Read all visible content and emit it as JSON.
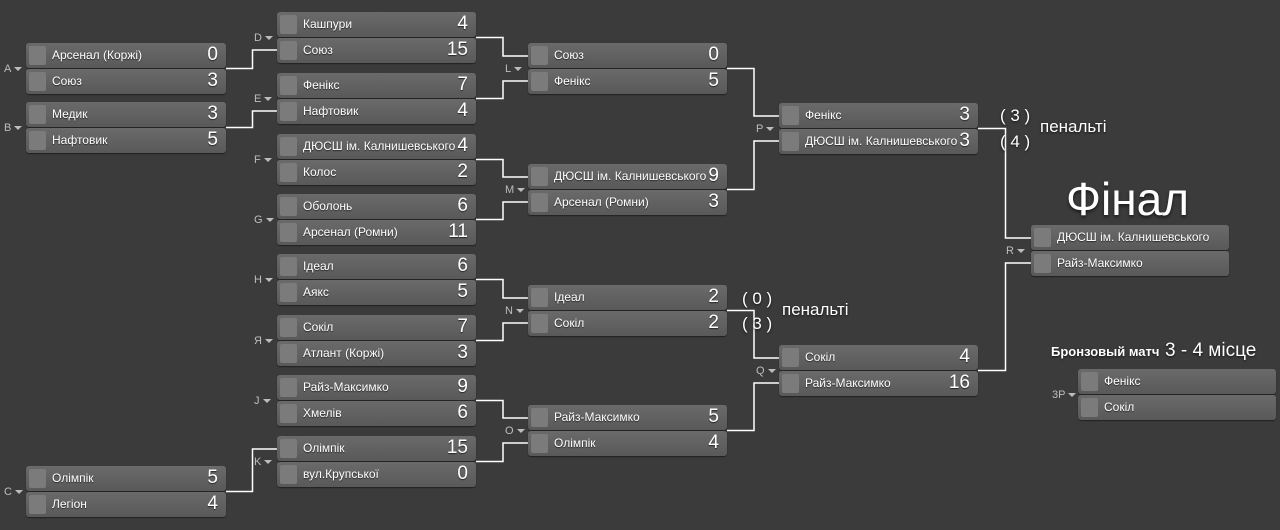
{
  "colors": {
    "background": "#3b3b3b",
    "slot": "#636363",
    "seed": "#7b7b7b",
    "line": "#ffffff",
    "text": "#ffffff",
    "label": "#bdbdbd"
  },
  "matches": [
    {
      "id": "A",
      "label": "A",
      "teams": [
        {
          "name": "Арсенал (Коржі)",
          "score": "0"
        },
        {
          "name": "Союз",
          "score": "3"
        }
      ]
    },
    {
      "id": "B",
      "label": "B",
      "teams": [
        {
          "name": "Медик",
          "score": "3"
        },
        {
          "name": "Нафтовик",
          "score": "5"
        }
      ]
    },
    {
      "id": "C",
      "label": "C",
      "teams": [
        {
          "name": "Олімпік",
          "score": "5"
        },
        {
          "name": "Легіон",
          "score": "4"
        }
      ]
    },
    {
      "id": "D",
      "label": "D",
      "teams": [
        {
          "name": "Кашпури",
          "score": "4"
        },
        {
          "name": "Союз",
          "score": "15"
        }
      ]
    },
    {
      "id": "E",
      "label": "E",
      "teams": [
        {
          "name": "Фенікс",
          "score": "7"
        },
        {
          "name": "Нафтовик",
          "score": "4"
        }
      ]
    },
    {
      "id": "F",
      "label": "F",
      "teams": [
        {
          "name": "ДЮСШ ім. Калнишевського",
          "score": "4"
        },
        {
          "name": "Колос",
          "score": "2"
        }
      ]
    },
    {
      "id": "G",
      "label": "G",
      "teams": [
        {
          "name": "Оболонь",
          "score": "6"
        },
        {
          "name": "Арсенал (Ромни)",
          "score": "11"
        }
      ]
    },
    {
      "id": "H",
      "label": "H",
      "teams": [
        {
          "name": "Ідеал",
          "score": "6"
        },
        {
          "name": "Аякс",
          "score": "5"
        }
      ]
    },
    {
      "id": "YA",
      "label": "Я",
      "teams": [
        {
          "name": "Сокіл",
          "score": "7"
        },
        {
          "name": "Атлант (Коржі)",
          "score": "3"
        }
      ]
    },
    {
      "id": "J",
      "label": "J",
      "teams": [
        {
          "name": "Райз-Максимко",
          "score": "9"
        },
        {
          "name": "Хмелів",
          "score": "6"
        }
      ]
    },
    {
      "id": "K",
      "label": "K",
      "teams": [
        {
          "name": "Олімпік",
          "score": "15"
        },
        {
          "name": "вул.Крупської",
          "score": "0"
        }
      ]
    },
    {
      "id": "L",
      "label": "L",
      "teams": [
        {
          "name": "Союз",
          "score": "0"
        },
        {
          "name": "Фенікс",
          "score": "5"
        }
      ]
    },
    {
      "id": "M",
      "label": "M",
      "teams": [
        {
          "name": "ДЮСШ ім. Калнишевського",
          "score": "9"
        },
        {
          "name": "Арсенал (Ромни)",
          "score": "3"
        }
      ]
    },
    {
      "id": "N",
      "label": "N",
      "teams": [
        {
          "name": "Ідеал",
          "score": "2"
        },
        {
          "name": "Сокіл",
          "score": "2"
        }
      ]
    },
    {
      "id": "O",
      "label": "O",
      "teams": [
        {
          "name": "Райз-Максимко",
          "score": "5"
        },
        {
          "name": "Олімпік",
          "score": "4"
        }
      ]
    },
    {
      "id": "P",
      "label": "P",
      "teams": [
        {
          "name": "Фенікс",
          "score": "3"
        },
        {
          "name": "ДЮСШ ім. Калнишевського",
          "score": "3"
        }
      ]
    },
    {
      "id": "Q",
      "label": "Q",
      "teams": [
        {
          "name": "Сокіл",
          "score": "4"
        },
        {
          "name": "Райз-Максимко",
          "score": "16"
        }
      ]
    },
    {
      "id": "R",
      "label": "R",
      "teams": [
        {
          "name": "ДЮСШ ім. Калнишевського",
          "score": ""
        },
        {
          "name": "Райз-Максимко",
          "score": ""
        }
      ]
    },
    {
      "id": "3P",
      "label": "3P",
      "teams": [
        {
          "name": "Фенікс",
          "score": ""
        },
        {
          "name": "Сокіл",
          "score": ""
        }
      ]
    }
  ],
  "penalties": {
    "P": {
      "top": "( 3 )",
      "bottom": "( 4 )",
      "word": "пенальті"
    },
    "N": {
      "top": "( 0 )",
      "bottom": "( 3 )",
      "word": "пенальті"
    }
  },
  "final_title": "Фінал",
  "bronze": {
    "title": "Бронзовый матч",
    "subtitle": "3 - 4 місце"
  }
}
